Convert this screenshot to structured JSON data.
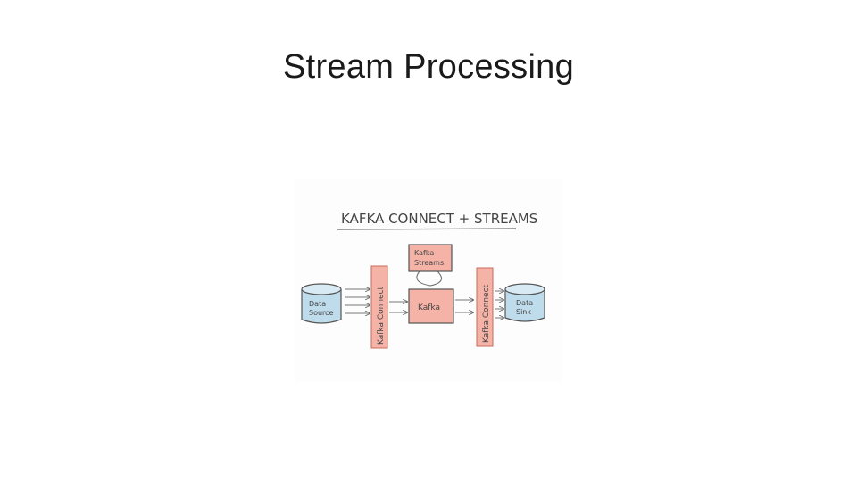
{
  "slide": {
    "title": "Stream Processing"
  },
  "diagram": {
    "heading": "KAFKA CONNECT + STREAMS",
    "nodes": {
      "data_source": [
        "Data",
        "Source"
      ],
      "connect_left": "Kafka Connect",
      "kafka_streams": [
        "Kafka",
        "Streams"
      ],
      "kafka": "Kafka",
      "connect_right": "Kafka Connect",
      "data_sink": [
        "Data",
        "Sink"
      ]
    },
    "colors": {
      "source_sink_fill": "#bfdcec",
      "kafka_component_fill": "#f4b3a6",
      "outline": "#555555"
    }
  }
}
